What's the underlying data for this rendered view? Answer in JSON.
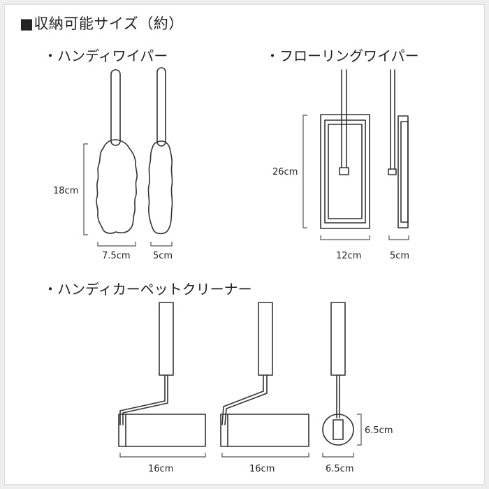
{
  "title": "■収納可能サイズ（約）",
  "sections": {
    "handy_wiper": "・ハンディワイパー",
    "flooring_wiper": "・フローリングワイパー",
    "carpet_cleaner": "・ハンディカーペットクリーナー"
  },
  "dimensions": {
    "handy_height": "18cm",
    "handy_width_front": "7.5cm",
    "handy_width_side": "5cm",
    "floor_height": "26cm",
    "floor_width_front": "12cm",
    "floor_width_side": "5cm",
    "carpet_width_1": "16cm",
    "carpet_width_2": "16cm",
    "carpet_end_width": "6.5cm",
    "carpet_end_height": "6.5cm"
  }
}
